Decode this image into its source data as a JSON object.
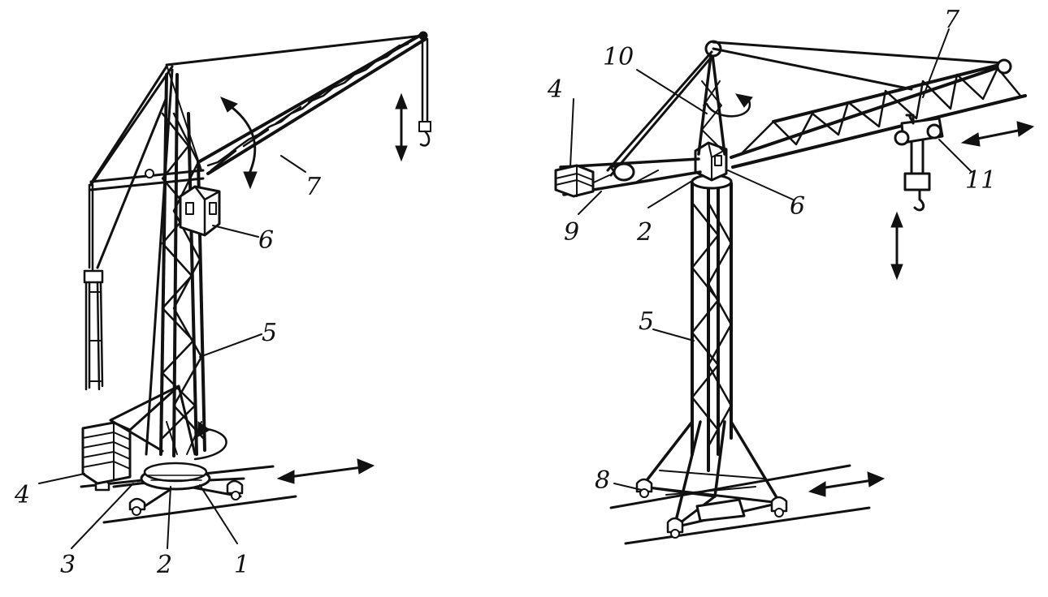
{
  "figure": {
    "left_crane": {
      "labels": [
        "1",
        "2",
        "3",
        "4",
        "5",
        "6",
        "7"
      ]
    },
    "right_crane": {
      "labels": [
        "2",
        "4",
        "5",
        "6",
        "7",
        "8",
        "9",
        "10",
        "11"
      ]
    }
  }
}
